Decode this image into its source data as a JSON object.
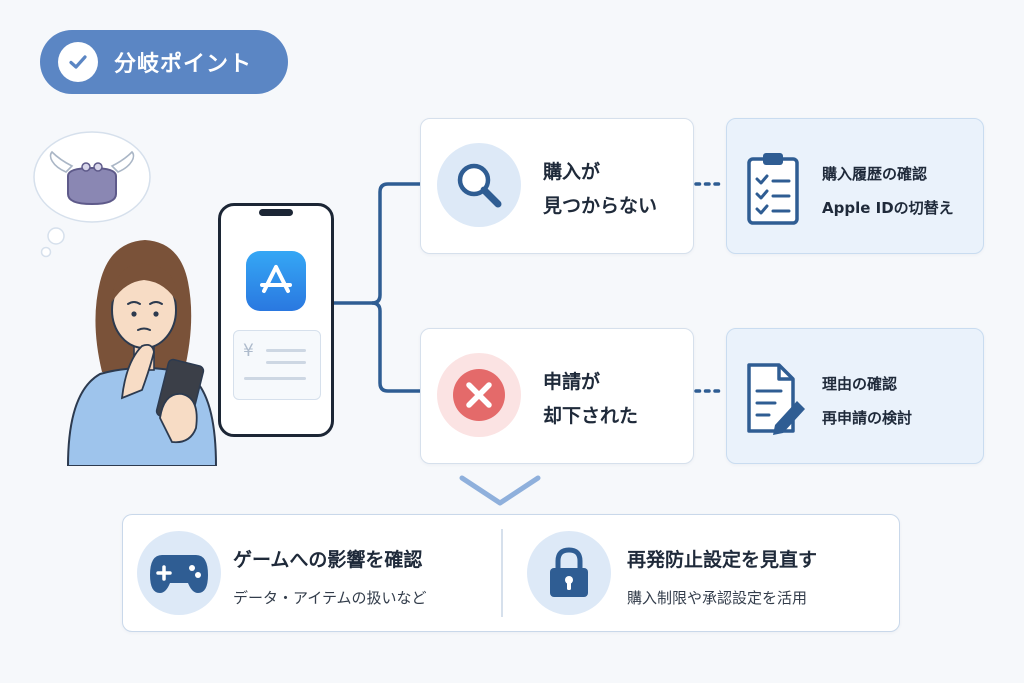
{
  "badge": {
    "label": "分岐ポイント",
    "icon": "check-icon"
  },
  "phone": {
    "app_icon": "app-store-icon",
    "yen_symbol": "¥"
  },
  "branches": [
    {
      "title_lines": [
        "購入が",
        "見つからない"
      ],
      "icon": "magnifier-icon",
      "actions": [
        "購入履歴の確認",
        "Apple IDの切替え"
      ],
      "action_icon": "clipboard-checklist-icon"
    },
    {
      "title_lines": [
        "申請が",
        "却下された"
      ],
      "icon": "x-mark-icon",
      "actions": [
        "理由の確認",
        "再申請の検討"
      ],
      "action_icon": "document-pencil-icon"
    }
  ],
  "bottom": [
    {
      "title": "ゲームへの影響を確認",
      "subtitle": "データ・アイテムの扱いなど",
      "icon": "gamepad-icon"
    },
    {
      "title": "再発防止設定を見直す",
      "subtitle": "購入制限や承認設定を活用",
      "icon": "padlock-icon"
    }
  ],
  "colors": {
    "accent": "#5b86c4",
    "line": "#2f5d93",
    "error": "#e46a6a",
    "card_blue": "#eaf2fb"
  }
}
